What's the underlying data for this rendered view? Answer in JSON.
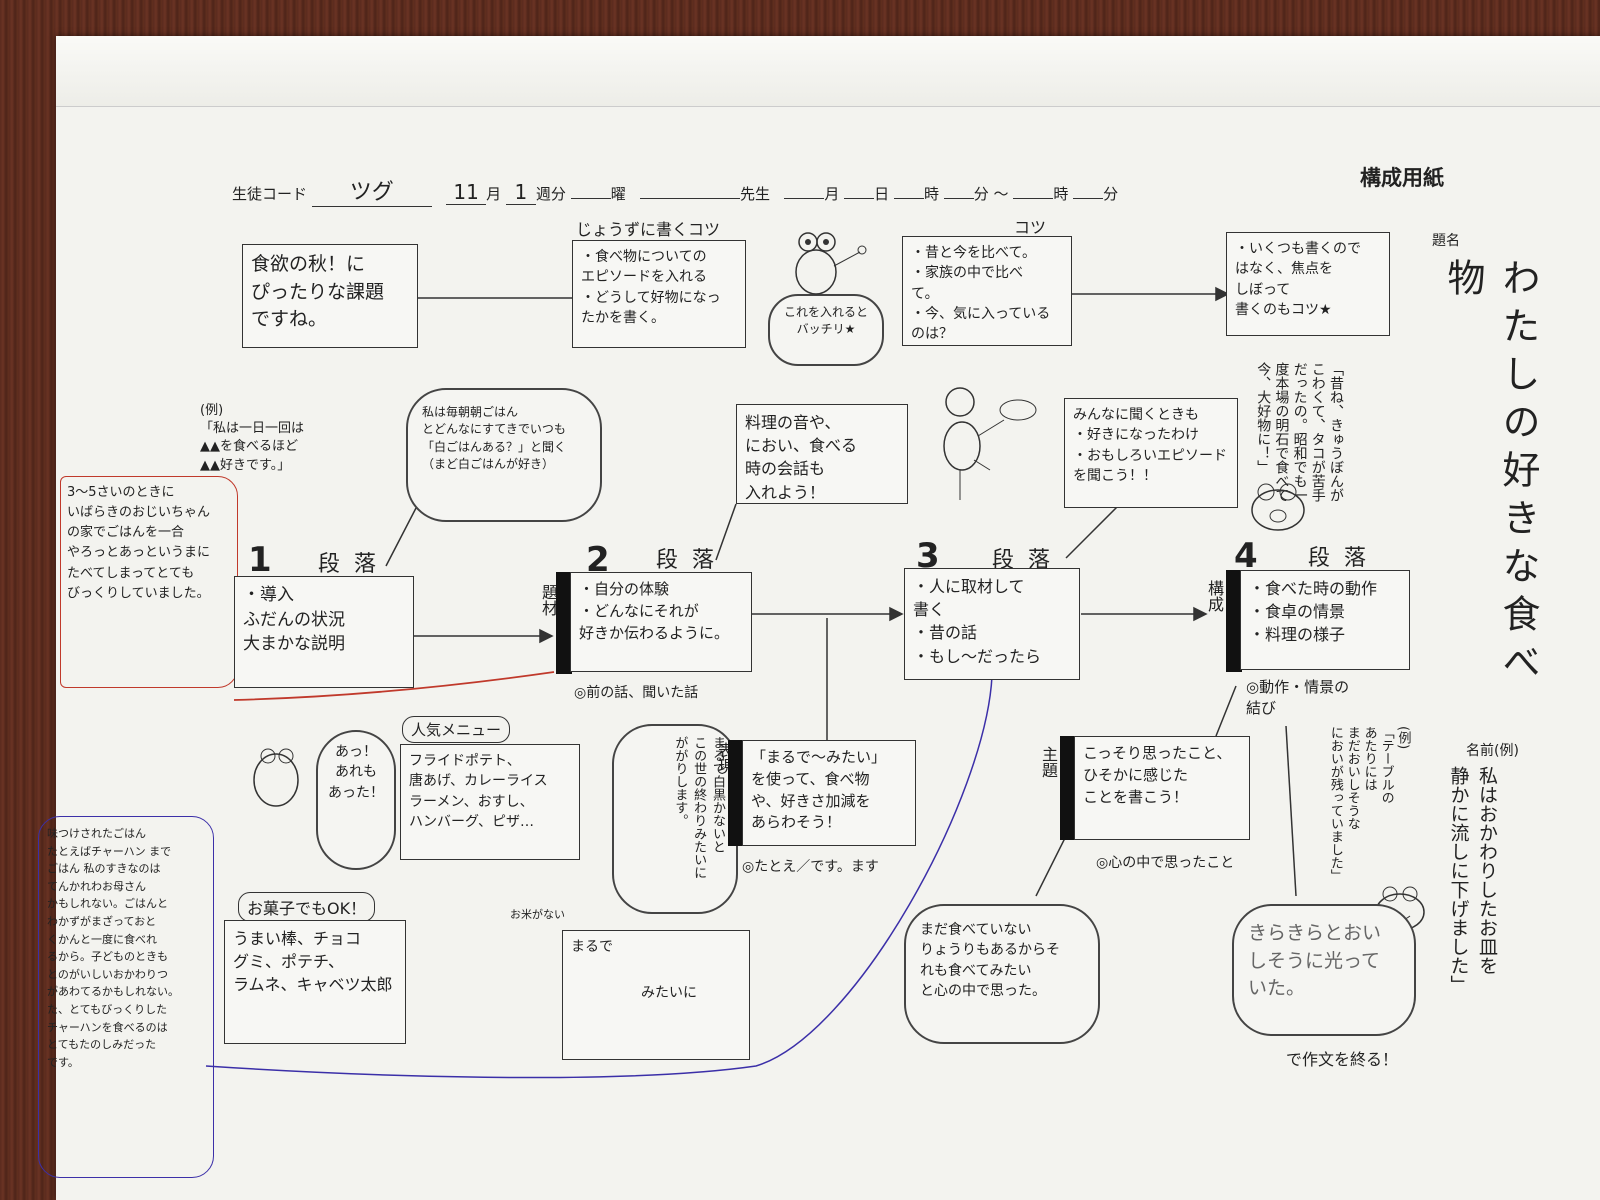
{
  "header": {
    "student_code_label": "生徒コード",
    "student_code_value": "ツグ",
    "month_value": "11",
    "month_label": "月",
    "week_value": "1",
    "week_label": "週分",
    "weekday_label": "曜",
    "teacher_label": "先生",
    "date_month_label": "月",
    "date_day_label": "日",
    "hour_label": "時",
    "minute_label": "分",
    "tilde": "〜",
    "hour2_label": "時",
    "minute2_label": "分",
    "form_title": "構成用紙",
    "title_label": "題名"
  },
  "top_row": {
    "box1": "食欲の秋！に\nぴったりな課題\nですね。",
    "tips_label": "じょうずに書くコツ",
    "box2": "・食べ物についての\nエピソードを入れる\n・どうして好物になっ\nたかを書く。",
    "cloud_note": "これを入れると\nバッチリ★",
    "kotsu_label": "コツ",
    "box3": "・昔と今を比べて。\n・家族の中で比べ\nて。\n・今、気に入っているのは？",
    "box4": "・いくつも書くので\nはなく、焦点を\nしぼって\n書くのもコツ★"
  },
  "title_vertical": "わたしの好きな食べ物",
  "example_title_note": "「昔ね、きゅうぼんがこわくて、タコが苦手だったの。昭和でも一度本場の明石で食べて今、大好物に！」",
  "example_intro": "(例)\n「私は一日一回は\n▲▲を食べるほど\n▲▲好きです。」",
  "red_note": "3〜5さいのときに\nいばらきのおじいちゃん\nの家でごはんを一合\nやろっとあっというまに\nたべてしまってとても\nびっくりしていました。",
  "cloud_intro": "私は毎朝朝ごはん\nとどんなにすてきでいつも\n「白ごはんある？」と聞く\n（まど白ごはんが好き）",
  "paragraph1": {
    "num": "1",
    "label": "段落",
    "content": "・導入\nふだんの状況\n大まかな説明"
  },
  "paragraph2": {
    "num": "2",
    "label": "段落",
    "content": "・自分の体験\n・どんなにそれが\n好きか伝わるように。",
    "side_label": "題材",
    "note": "◎前の話、聞いた話"
  },
  "paragraph3": {
    "num": "3",
    "label": "段落",
    "content": "・人に取材して\n書く\n・昔の話\n・もし〜だったら"
  },
  "paragraph4": {
    "num": "4",
    "label": "段落",
    "side_label": "構成",
    "content": "・食べた時の動作\n・食卓の情景\n・料理の様子",
    "note": "◎動作・情景の\n結び"
  },
  "box_sound": "料理の音や、\nにおい、食べる\n時の会話も\n入れよう！",
  "box_ask": "みんなに聞くときも\n・好きになったわけ\n・おもしろいエピソード\nを聞こう！！",
  "speech_frog": "あっ！\nあれも\nあった！",
  "menu_label": "人気メニュー",
  "menu_box": "フライドポテト、\n唐あげ、カレーライス\nラーメン、おすし、\nハンバーグ、ピザ…",
  "snack_label": "お菓子でもOK！",
  "snack_box": "うまい棒、チョコ\nグミ、ポテチ、\nラムネ、キャベツ太郎",
  "purple_note": "味つけされたごはん\nたとえばチャーハン まで\nごはん 私のすきなのは\nてんかれわお母さん\nかもしれない。ごはんと\nわかずがまざっておと\nくかんと一度に食べれ\nるから。子どものときも\nとのがいしいおかわりつ\nがあわてるかもしれない。\nた、とてもびっくりした\nチャーハンを食べるのは\nとてもたのしみだった\nです。",
  "expression": {
    "side_label": "表現",
    "content": "「まるで〜みたい」\nを使って、食べ物\nや、好きさ加減を\nあらわそう！",
    "note": "◎たとえ／です。ます",
    "example_cloud": "まるで白黒かないと\nこの世の終わりみたいに\nががりします。",
    "small_label": "お米がない",
    "box_start": "まるで",
    "box_end": "みたいに"
  },
  "theme": {
    "side_label": "主題",
    "content": "こっそり思ったこと、\nひそかに感じた\nことを書こう！",
    "note": "◎心の中で思ったこと",
    "cloud": "まだ食べていない\nりょうりもあるからそ\nれも食べてみたい\nと心の中で思った。"
  },
  "ending": {
    "cloud": "きらきらとおい\nしそうに光って\nいた。",
    "note": "で作文を終る！",
    "example": "(例)\n「テーブルの\nあたりには\nまだおいしそうな\nにおいが残っていました」"
  },
  "pen_name": {
    "label": "名前",
    "example": "(例)",
    "text": "私はおかわりしたお皿を\n静かに流しに下げました」"
  }
}
